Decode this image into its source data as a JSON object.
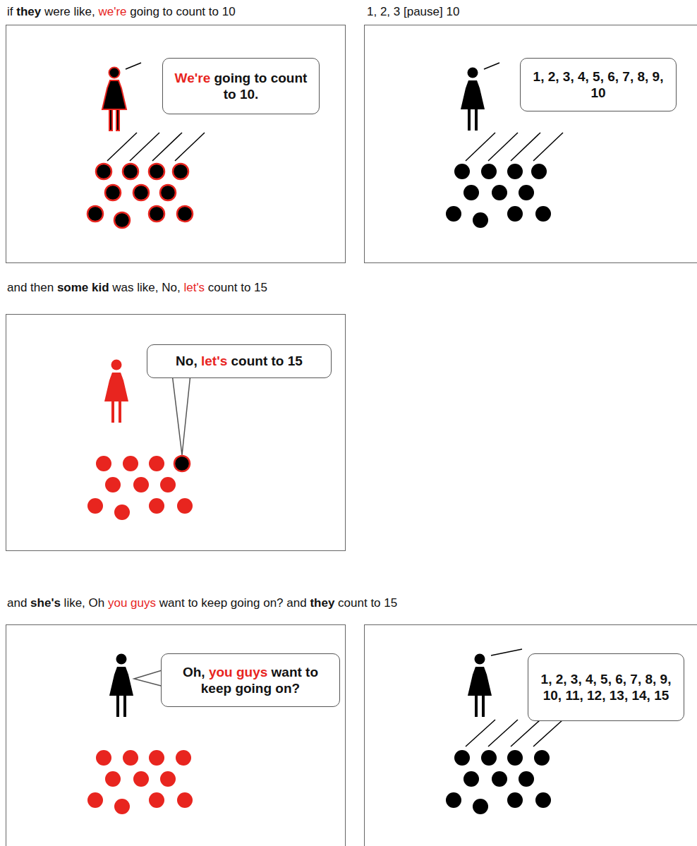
{
  "diagram": {
    "nodes": [
      {
        "text": [
          "We're going to count to 10."
        ]
      },
      {
        "text": [
          "1, 2, 3, 4, 5, 6, 7, 8, 9, 10"
        ]
      },
      {
        "text": [
          "No, let's count to 15"
        ]
      },
      {
        "text": [
          "Oh, you guys want to keep going on?"
        ]
      },
      {
        "text": [
          "1, 2, 3, 4, 5, 6, 7, 8, 9, 10, 11, 12, 13, 14, 15"
        ]
      }
    ],
    "labels": [
      "if they were like, we're going to count to 10",
      "1, 2, 3 [pause] 10",
      "and then some kid was like, No, let's count to 15",
      "and she's like, Oh you guys want to keep going on? and they count to 15"
    ]
  }
}
